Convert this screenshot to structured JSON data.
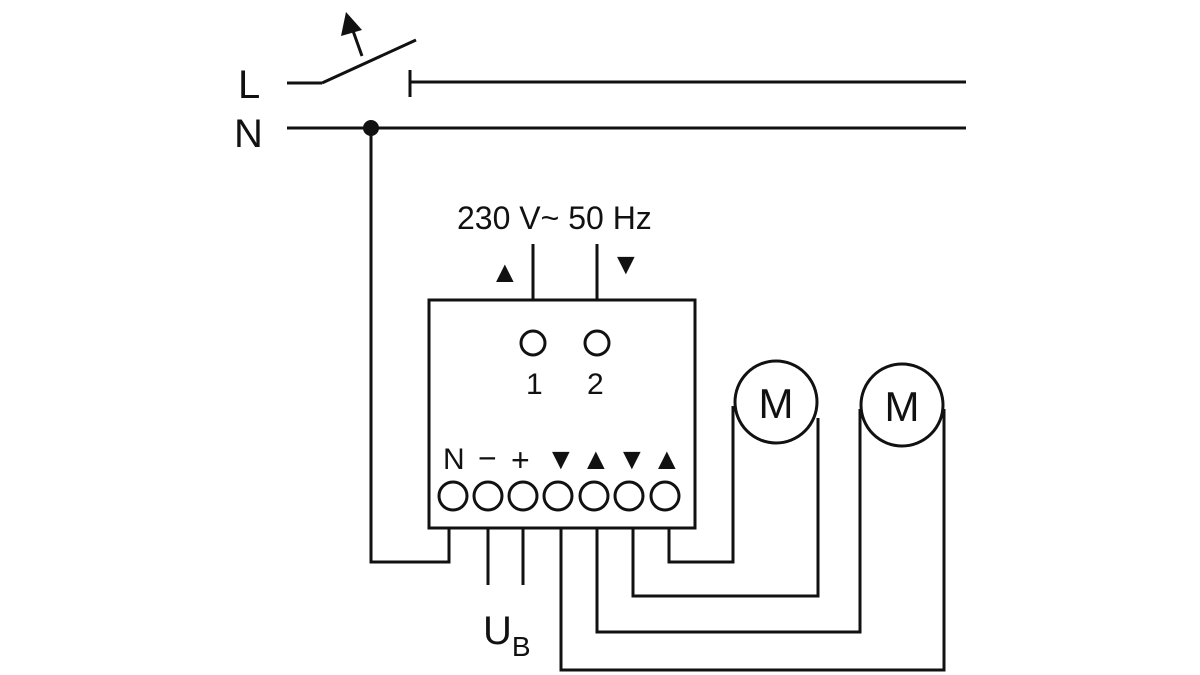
{
  "lines": {
    "L": "L",
    "N": "N"
  },
  "supply": "230 V~ 50 Hz",
  "inputs": {
    "up": "▲",
    "down": "▼",
    "n1": "1",
    "n2": "2"
  },
  "terminals": {
    "N": "N",
    "minus": "−",
    "plus": "+",
    "dn1": "▼",
    "up1": "▲",
    "dn2": "▼",
    "up2": "▲"
  },
  "motors": {
    "m1": "M",
    "m2": "M"
  },
  "ub": {
    "main": "U",
    "sub": "B"
  },
  "colors": {
    "ink": "#111111",
    "background": "#ffffff"
  }
}
